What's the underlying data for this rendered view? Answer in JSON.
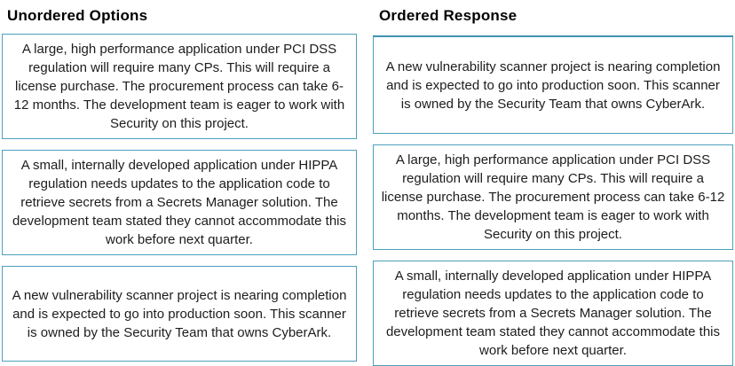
{
  "colors": {
    "card_border": "#4ba0bc",
    "divider": "#31849b",
    "text": "#1c1c1c",
    "background": "#ffffff"
  },
  "unordered": {
    "title": "Unordered Options",
    "options": [
      {
        "text": "A large, high performance application under PCI DSS regulation will require many CPs. This will require a license purchase. The procurement process can take 6-12 months. The development team is eager to work with Security on this project."
      },
      {
        "text": "A small, internally developed application under HIPPA regulation needs updates to the application code to retrieve secrets from a Secrets Manager solution. The development team stated they cannot accommodate this work before next quarter."
      },
      {
        "text": "A new vulnerability scanner project is nearing completion and is expected to go into production soon. This scanner is owned by the Security Team that owns CyberArk."
      }
    ]
  },
  "ordered": {
    "title": "Ordered Response",
    "responses": [
      {
        "text": "A new vulnerability scanner project is nearing completion and is expected to go into production soon. This scanner is owned by the Security Team that owns CyberArk."
      },
      {
        "text": "A large, high performance application under PCI DSS regulation will require many CPs. This will require a license purchase. The procurement process can take 6-12 months. The development team is eager to work with Security on this project."
      },
      {
        "text": "A small, internally developed application under HIPPA regulation needs updates to the application code to retrieve secrets from a Secrets Manager solution. The development team stated they cannot accommodate this work before next quarter."
      }
    ]
  }
}
